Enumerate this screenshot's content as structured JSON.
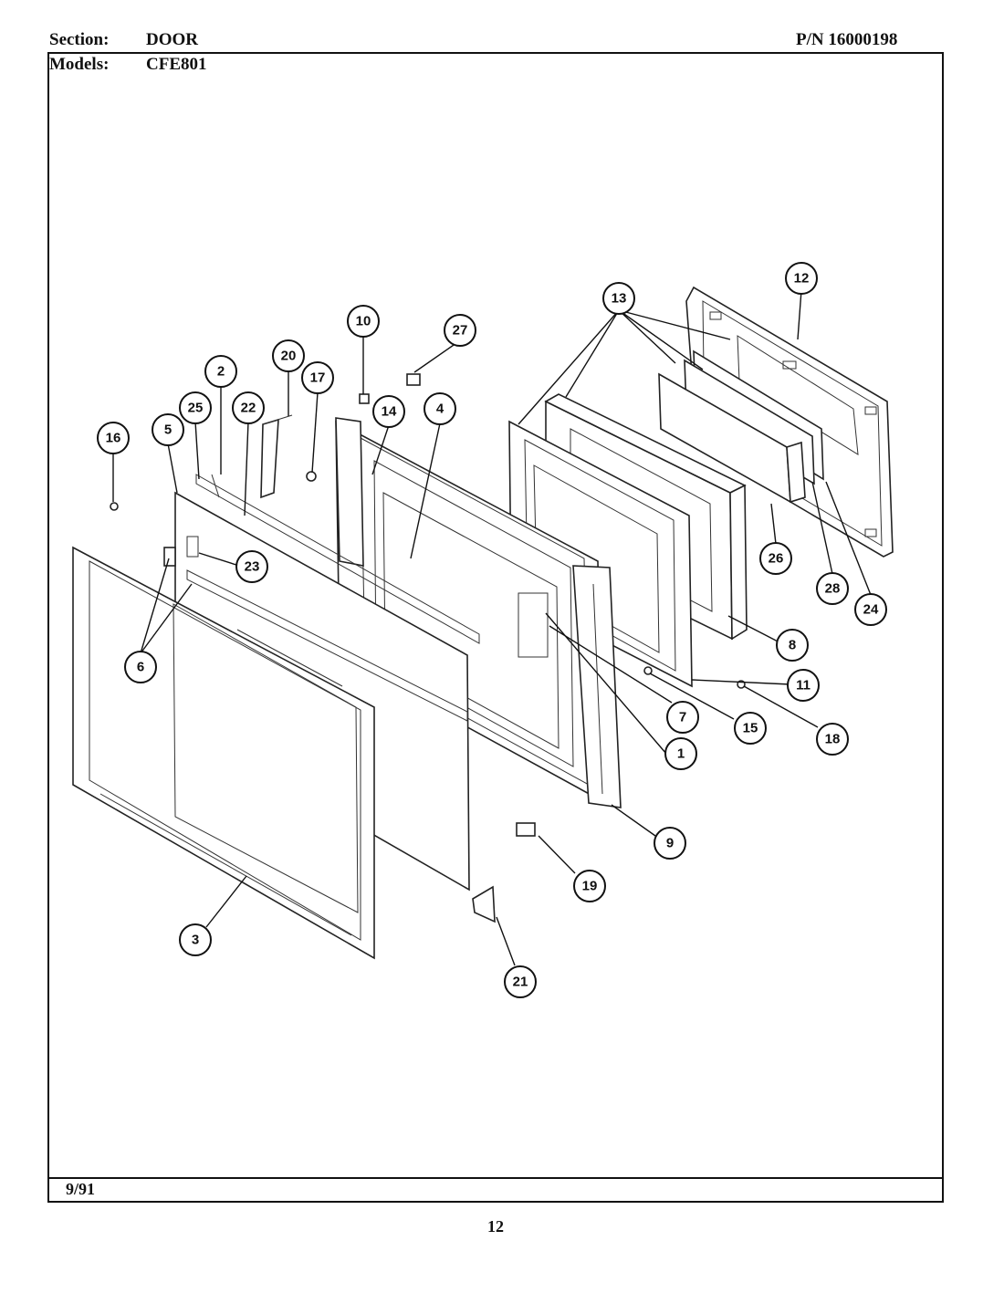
{
  "header": {
    "section_label": "Section:",
    "section_value": "DOOR",
    "models_label": "Models:",
    "models_value": "CFE801",
    "part_number": "P/N 16000198"
  },
  "footer": {
    "date": "9/91",
    "page_number": "12"
  },
  "callouts": [
    "1",
    "2",
    "3",
    "4",
    "5",
    "6",
    "7",
    "8",
    "9",
    "10",
    "11",
    "12",
    "13",
    "14",
    "15",
    "16",
    "17",
    "18",
    "19",
    "20",
    "21",
    "22",
    "23",
    "24",
    "25",
    "26",
    "27",
    "28"
  ]
}
